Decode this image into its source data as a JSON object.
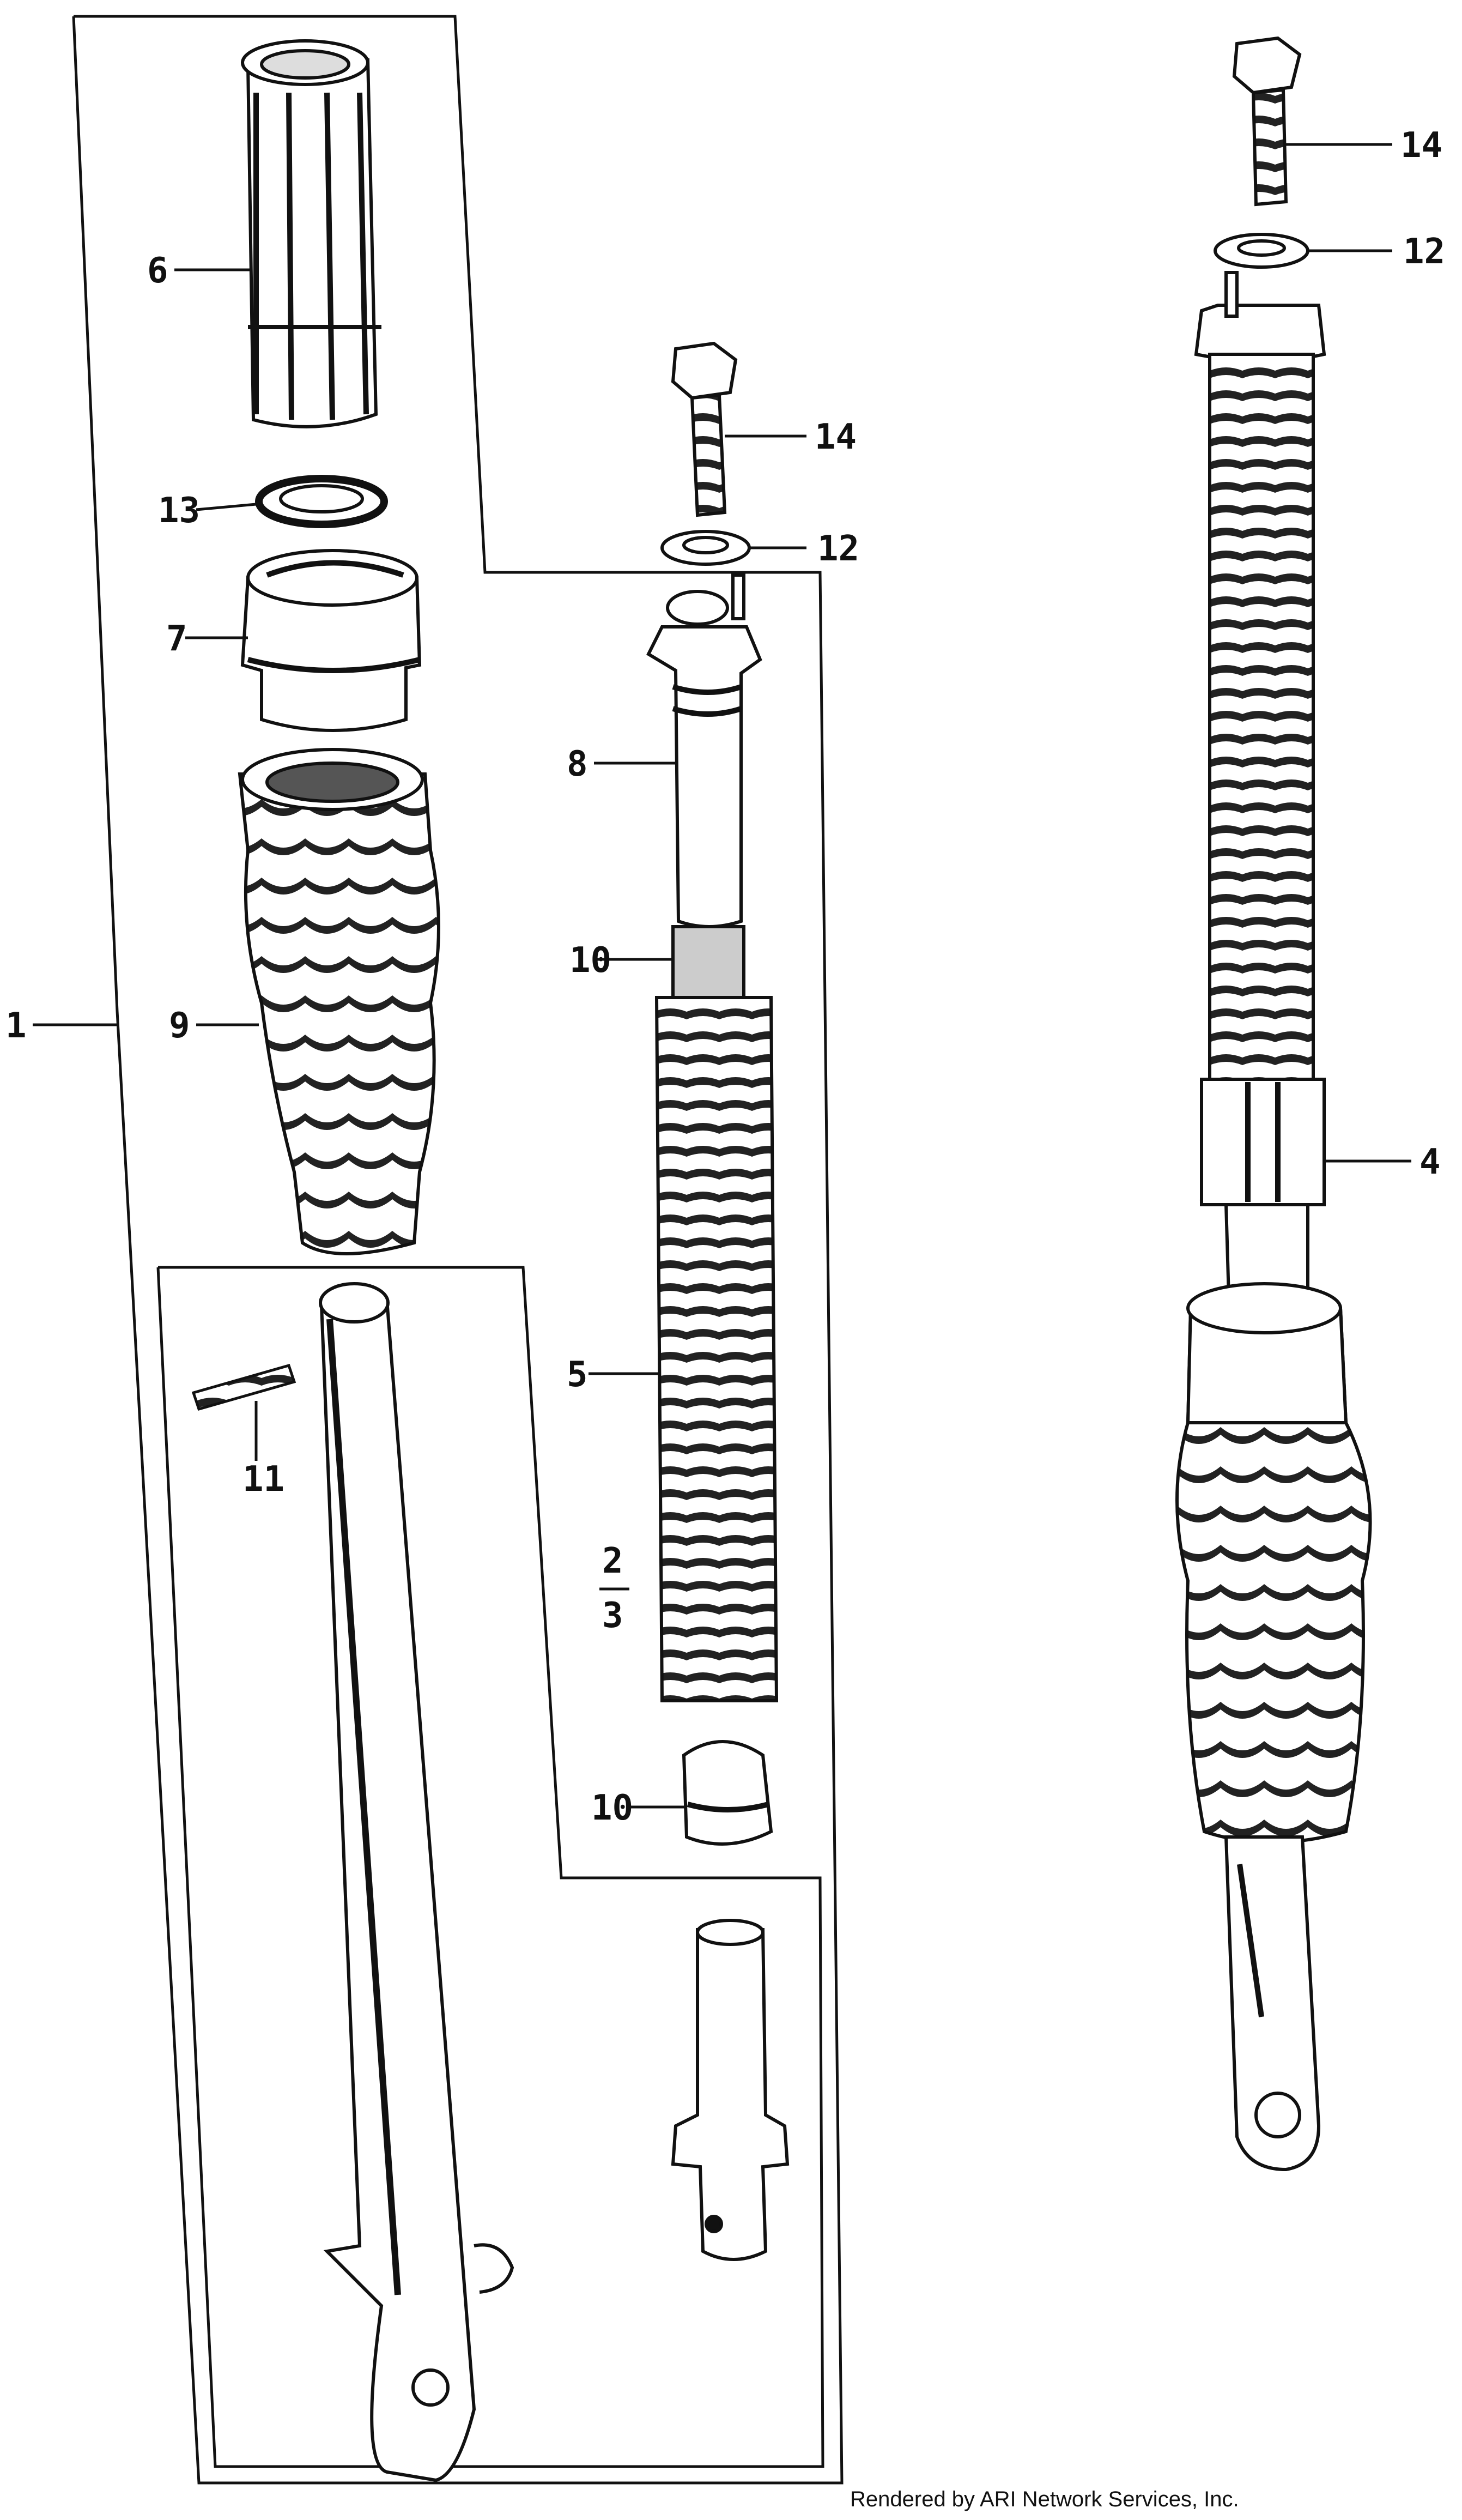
{
  "diagram": {
    "labels": {
      "part_1": "1",
      "part_2": "2",
      "part_3": "3",
      "part_4": "4",
      "part_5": "5",
      "part_6": "6",
      "part_7": "7",
      "part_8": "8",
      "part_9": "9",
      "part_10_upper": "10",
      "part_10_lower": "10",
      "part_11": "11",
      "part_12_center": "12",
      "part_12_right": "12",
      "part_13": "13",
      "part_14_center": "14",
      "part_14_right": "14"
    },
    "credit": "Rendered by ARI Network Services, Inc."
  }
}
